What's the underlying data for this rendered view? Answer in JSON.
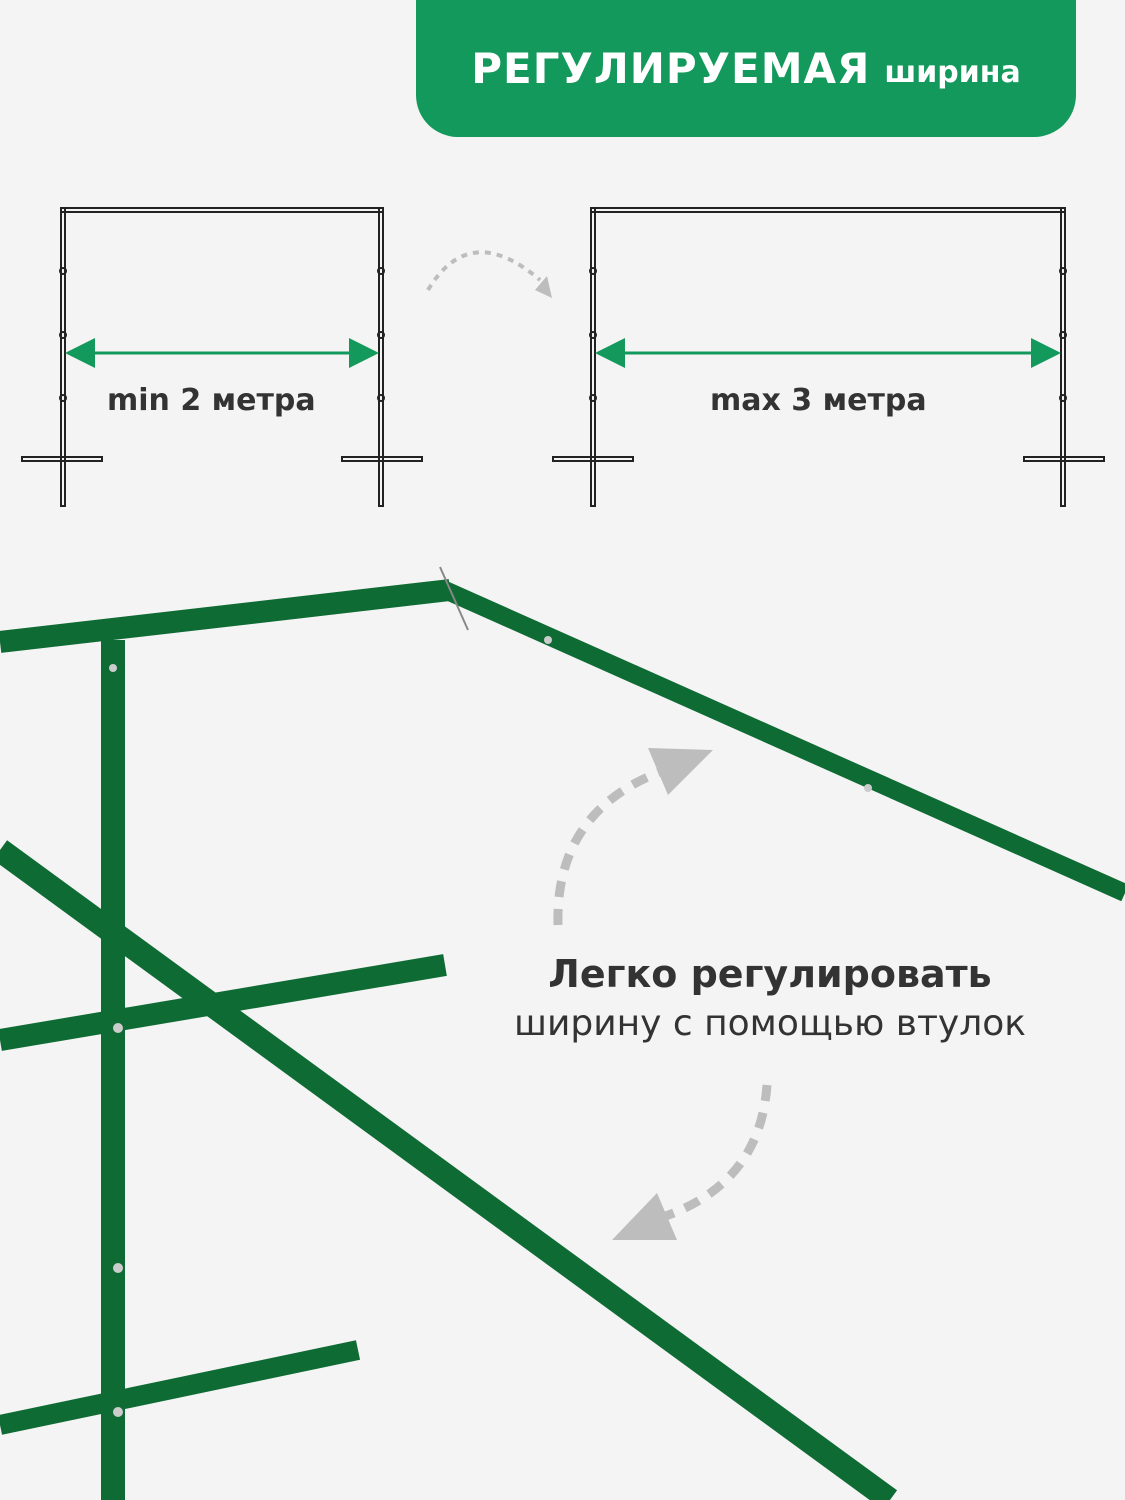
{
  "header": {
    "title_main": "РЕГУЛИРУЕМАЯ",
    "title_sub": "ширина"
  },
  "diagram": {
    "min_label": "min 2 метра",
    "max_label": "max 3 метра"
  },
  "caption": {
    "line_bold": "Легко регулировать",
    "line_regular": "ширину с помощью втулок"
  },
  "colors": {
    "accent": "#12995b",
    "frame_green": "#0e6b34",
    "arrow_gray": "#bdbdbd",
    "text_dark": "#333333"
  }
}
